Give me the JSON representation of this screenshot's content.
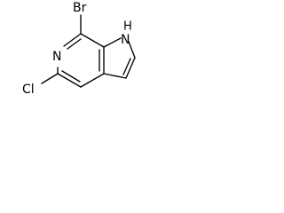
{
  "structure": {
    "atoms": {
      "bromine": "Br",
      "ring_nitrogen": "N",
      "nh_nitrogen": "N",
      "nh_hydrogen": "H",
      "chlorine": "Cl"
    }
  }
}
